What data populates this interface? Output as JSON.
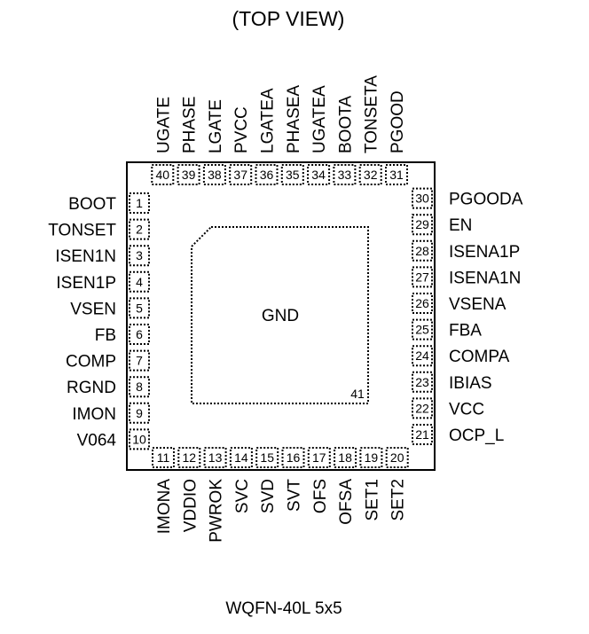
{
  "title": "(TOP VIEW)",
  "package_name": "WQFN-40L 5x5",
  "pad": {
    "label": "GND",
    "number": "41"
  },
  "pins": {
    "left": [
      {
        "num": "1",
        "name": "BOOT"
      },
      {
        "num": "2",
        "name": "TONSET"
      },
      {
        "num": "3",
        "name": "ISEN1N"
      },
      {
        "num": "4",
        "name": "ISEN1P"
      },
      {
        "num": "5",
        "name": "VSEN"
      },
      {
        "num": "6",
        "name": "FB"
      },
      {
        "num": "7",
        "name": "COMP"
      },
      {
        "num": "8",
        "name": "RGND"
      },
      {
        "num": "9",
        "name": "IMON"
      },
      {
        "num": "10",
        "name": "V064"
      }
    ],
    "bottom": [
      {
        "num": "11",
        "name": "IMONA"
      },
      {
        "num": "12",
        "name": "VDDIO"
      },
      {
        "num": "13",
        "name": "PWROK"
      },
      {
        "num": "14",
        "name": "SVC"
      },
      {
        "num": "15",
        "name": "SVD"
      },
      {
        "num": "16",
        "name": "SVT"
      },
      {
        "num": "17",
        "name": "OFS"
      },
      {
        "num": "18",
        "name": "OFSA"
      },
      {
        "num": "19",
        "name": "SET1"
      },
      {
        "num": "20",
        "name": "SET2"
      }
    ],
    "right": [
      {
        "num": "21",
        "name": "OCP_L"
      },
      {
        "num": "22",
        "name": "VCC"
      },
      {
        "num": "23",
        "name": "IBIAS"
      },
      {
        "num": "24",
        "name": "COMPA"
      },
      {
        "num": "25",
        "name": "FBA"
      },
      {
        "num": "26",
        "name": "VSENA"
      },
      {
        "num": "27",
        "name": "ISENA1N"
      },
      {
        "num": "28",
        "name": "ISENA1P"
      },
      {
        "num": "29",
        "name": "EN"
      },
      {
        "num": "30",
        "name": "PGOODA"
      }
    ],
    "top": [
      {
        "num": "31",
        "name": "PGOOD"
      },
      {
        "num": "32",
        "name": "TONSETA"
      },
      {
        "num": "33",
        "name": "BOOTA"
      },
      {
        "num": "34",
        "name": "UGATEA"
      },
      {
        "num": "35",
        "name": "PHASEA"
      },
      {
        "num": "36",
        "name": "LGATEA"
      },
      {
        "num": "37",
        "name": "PVCC"
      },
      {
        "num": "38",
        "name": "LGATE"
      },
      {
        "num": "39",
        "name": "PHASE"
      },
      {
        "num": "40",
        "name": "UGATE"
      }
    ]
  }
}
